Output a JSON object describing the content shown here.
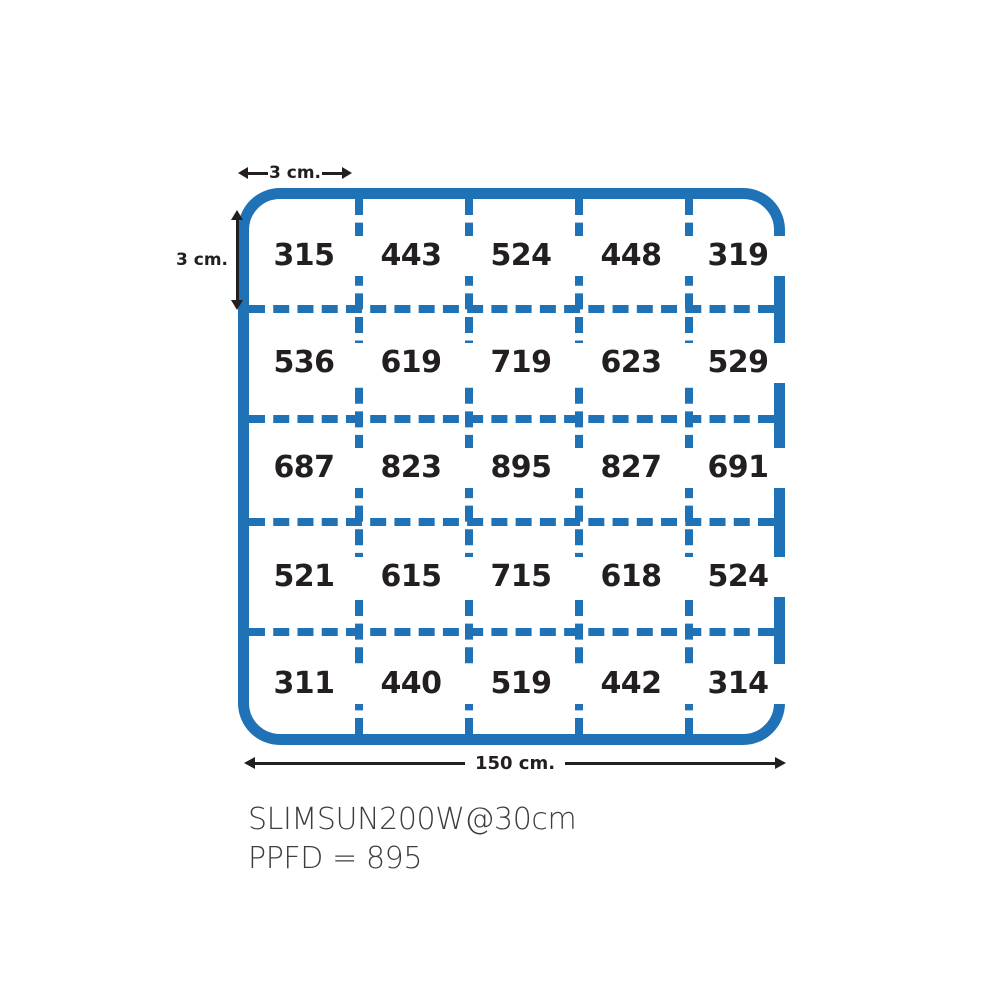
{
  "chart_data": {
    "type": "heatmap",
    "title": "SLIMSUN200W@30cm",
    "subtitle": "PPFD = 895",
    "xlabel": "150 cm.",
    "ylabel": "",
    "grid": true,
    "legend_position": "none",
    "rows": 5,
    "cols": 5,
    "cell_label": "3 cm.",
    "values": [
      [
        315,
        443,
        524,
        448,
        319
      ],
      [
        536,
        619,
        719,
        623,
        529
      ],
      [
        687,
        823,
        895,
        827,
        691
      ],
      [
        521,
        615,
        715,
        618,
        524
      ],
      [
        311,
        440,
        519,
        442,
        314
      ]
    ],
    "flat_values": [
      315,
      443,
      524,
      448,
      319,
      536,
      619,
      719,
      623,
      529,
      687,
      823,
      895,
      827,
      691,
      521,
      615,
      715,
      618,
      524,
      311,
      440,
      519,
      442,
      314
    ],
    "max_value": 895,
    "min_value": 311,
    "annotations": [
      "3 cm.",
      "3 cm.",
      "150 cm."
    ]
  },
  "diagram": {
    "panel_width_label": "150 cm.",
    "cell_width_label": "3 cm.",
    "cell_height_label": "3 cm."
  },
  "caption": {
    "line1": "SLIMSUN200W@30cm",
    "line2": "PPFD = 895"
  },
  "colors": {
    "panel_blue": "#1f72b5",
    "grid_blue": "#1f72b5",
    "value_text": "#231f20",
    "caption_text": "#3d3d3d",
    "background": "#ffffff"
  }
}
